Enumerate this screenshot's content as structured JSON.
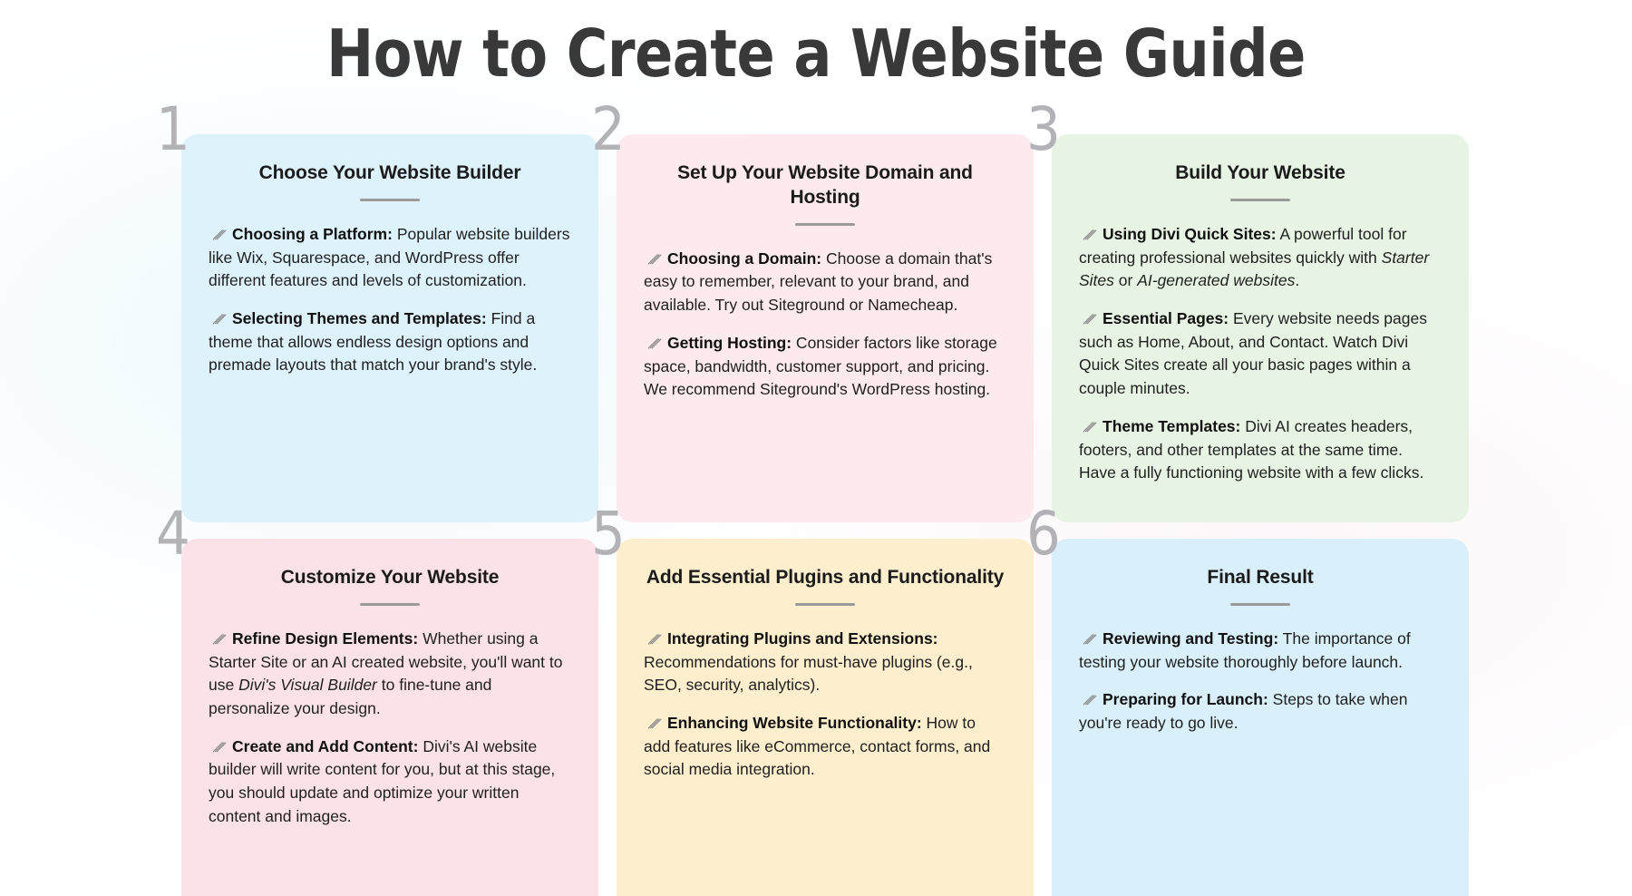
{
  "header": {
    "title": "How to Create a Website Guide"
  },
  "icons": {
    "bullet": "pencil-icon"
  },
  "colors": {
    "page_background": "#ffffff",
    "title_text": "#393939",
    "step_number": "#b2b2b7",
    "divider": "#9a9a9a",
    "body_text": "#1f1f1f",
    "card1_bg": "#ddf2fb",
    "card2_bg": "#fdeaef",
    "card3_bg": "#e7f4e4",
    "card4_bg": "#fbe2e8",
    "card5_bg": "#fdeecd",
    "card6_bg": "#d9f0fb"
  },
  "cards": [
    {
      "step": "1",
      "title": "Choose Your Website Builder",
      "bullets": [
        {
          "label": "Choosing a Platform:",
          "parts": [
            {
              "text": " Popular website builders like Wix, Squarespace, and WordPress offer different features and levels of customization.",
              "style": "normal"
            }
          ]
        },
        {
          "label": "Selecting Themes and Templates:",
          "parts": [
            {
              "text": " Find a theme that allows endless design options and premade layouts that match your brand's style.",
              "style": "normal"
            }
          ]
        }
      ]
    },
    {
      "step": "2",
      "title": "Set Up Your Website Domain and Hosting",
      "bullets": [
        {
          "label": "Choosing a Domain:",
          "parts": [
            {
              "text": " Choose a domain that's easy to remember, relevant to your brand, and available. Try out Siteground or Namecheap.",
              "style": "normal"
            }
          ]
        },
        {
          "label": "Getting Hosting:",
          "parts": [
            {
              "text": " Consider factors like storage space, bandwidth, customer support, and pricing. We recommend Siteground's WordPress hosting.",
              "style": "normal"
            }
          ]
        }
      ]
    },
    {
      "step": "3",
      "title": "Build Your Website",
      "bullets": [
        {
          "label": "Using Divi Quick Sites:",
          "parts": [
            {
              "text": " A powerful tool for creating professional websites quickly with ",
              "style": "normal"
            },
            {
              "text": "Starter Sites",
              "style": "italic"
            },
            {
              "text": " or ",
              "style": "normal"
            },
            {
              "text": "AI-generated websites",
              "style": "italic"
            },
            {
              "text": ".",
              "style": "normal"
            }
          ]
        },
        {
          "label": "Essential Pages:",
          "parts": [
            {
              "text": " Every website needs pages such as Home, About, and Contact. Watch Divi Quick Sites create all your basic pages within a couple minutes.",
              "style": "normal"
            }
          ]
        },
        {
          "label": "Theme Templates:",
          "parts": [
            {
              "text": " Divi AI creates headers, footers, and other templates at the same time. Have a fully functioning website with a few clicks.",
              "style": "normal"
            }
          ]
        }
      ]
    },
    {
      "step": "4",
      "title": "Customize Your Website",
      "bullets": [
        {
          "label": "Refine Design Elements:",
          "parts": [
            {
              "text": " Whether using a Starter Site or an AI created website, you'll want to use ",
              "style": "normal"
            },
            {
              "text": "Divi's Visual Builder",
              "style": "italic"
            },
            {
              "text": " to fine-tune and personalize your design.",
              "style": "normal"
            }
          ]
        },
        {
          "label": "Create and Add Content:",
          "parts": [
            {
              "text": " Divi's AI website builder will write content for you, but at this stage, you should update and optimize your written content and images.",
              "style": "normal"
            }
          ]
        }
      ]
    },
    {
      "step": "5",
      "title": "Add Essential Plugins and Functionality",
      "bullets": [
        {
          "label": "Integrating Plugins and Extensions:",
          "parts": [
            {
              "text": " Recommendations for must-have plugins (e.g., SEO, security, analytics).",
              "style": "normal"
            }
          ]
        },
        {
          "label": "Enhancing Website Functionality:",
          "parts": [
            {
              "text": " How to add features like eCommerce, contact forms, and social media integration.",
              "style": "normal"
            }
          ]
        }
      ]
    },
    {
      "step": "6",
      "title": "Final Result",
      "bullets": [
        {
          "label": "Reviewing and Testing:",
          "parts": [
            {
              "text": " The importance of testing your website thoroughly before launch.",
              "style": "normal"
            }
          ]
        },
        {
          "label": "Preparing for Launch:",
          "parts": [
            {
              "text": " Steps to take when you're ready to go live.",
              "style": "normal"
            }
          ]
        }
      ]
    }
  ]
}
